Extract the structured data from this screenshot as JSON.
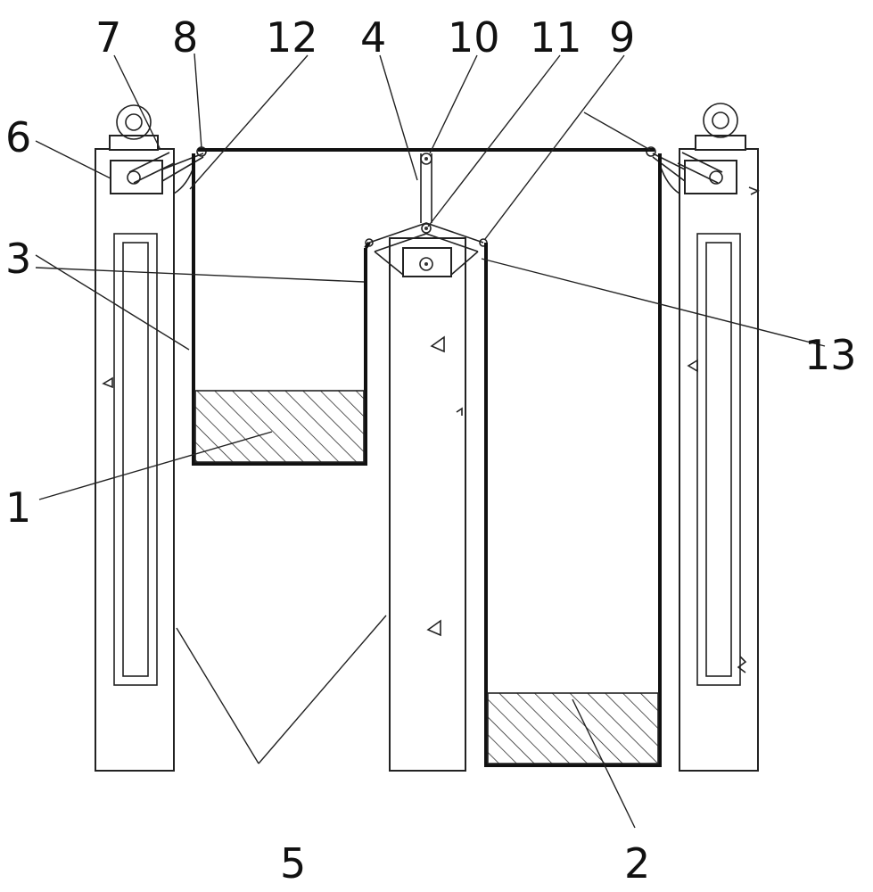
{
  "diagram": {
    "labels": {
      "l1": "1",
      "l2": "2",
      "l3": "3",
      "l4": "4",
      "l5": "5",
      "l6": "6",
      "l7": "7",
      "l8": "8",
      "l9": "9",
      "l10": "10",
      "l11": "11",
      "l12": "12",
      "l13": "13"
    },
    "colors": {
      "line": "#111111",
      "background": "#ffffff"
    }
  }
}
